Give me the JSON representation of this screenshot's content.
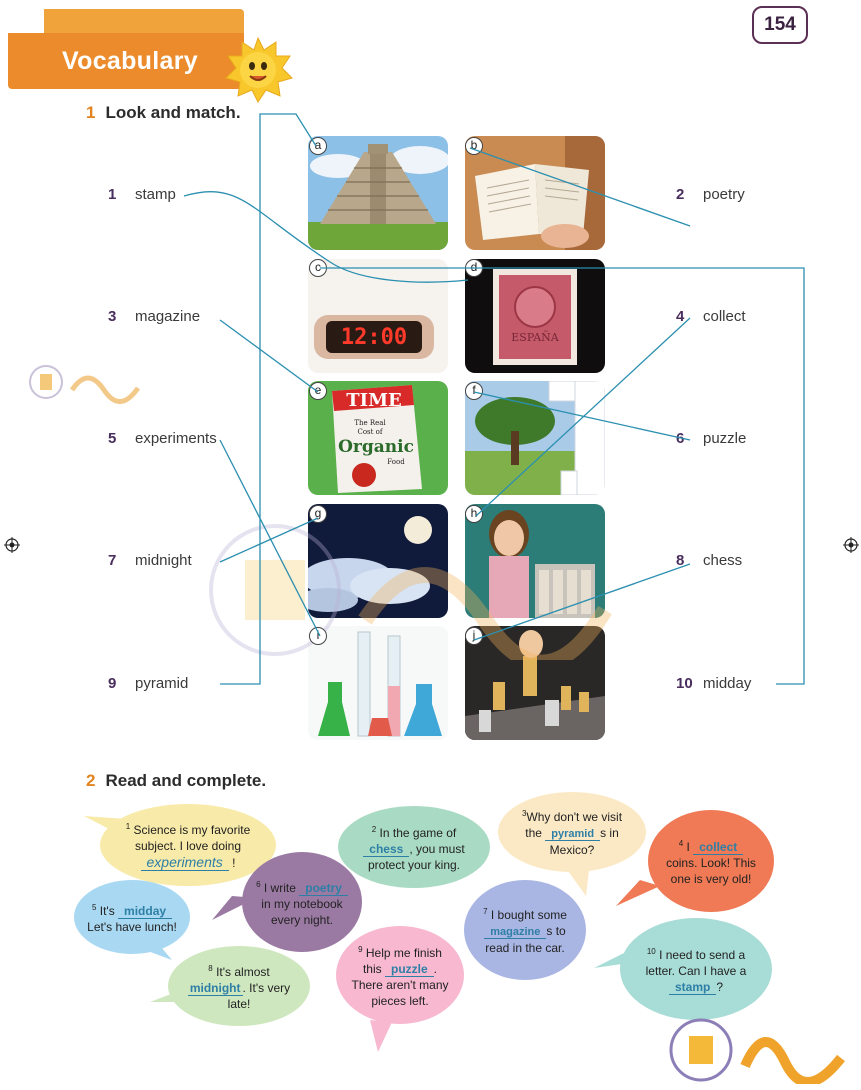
{
  "header": {
    "title": "Vocabulary",
    "page_number": "154"
  },
  "exercise1": {
    "number": "1",
    "instruction": "Look and match.",
    "left_words": [
      {
        "num": "1",
        "word": "stamp"
      },
      {
        "num": "3",
        "word": "magazine"
      },
      {
        "num": "5",
        "word": "experiments"
      },
      {
        "num": "7",
        "word": "midnight"
      },
      {
        "num": "9",
        "word": "pyramid"
      }
    ],
    "right_words": [
      {
        "num": "2",
        "word": "poetry"
      },
      {
        "num": "4",
        "word": "collect"
      },
      {
        "num": "6",
        "word": "puzzle"
      },
      {
        "num": "8",
        "word": "chess"
      },
      {
        "num": "10",
        "word": "midday"
      }
    ],
    "picture_letters": [
      "a",
      "b",
      "c",
      "d",
      "e",
      "f",
      "g",
      "h",
      "i",
      "j"
    ],
    "clock_display": "12:00",
    "magazine_cover": {
      "masthead": "TIME",
      "line1": "The Real",
      "line2": "Cost of",
      "headline": "Organic",
      "line3": "Food"
    },
    "stamp_text": "ESPAÑA"
  },
  "exercise2": {
    "number": "2",
    "instruction": "Read and complete.",
    "bubbles": [
      {
        "num": "1",
        "before": "Science is my favorite subject. I love doing",
        "answer": "experiments",
        "after": "!"
      },
      {
        "num": "2",
        "before": "In the game of",
        "answer": "chess",
        "after": ", you must protect your king."
      },
      {
        "num": "3",
        "before": "Why don't we visit the",
        "answer": "pyramid",
        "after": "s in Mexico?"
      },
      {
        "num": "4",
        "before": "I",
        "answer": "collect",
        "after": "coins. Look! This one is very old!"
      },
      {
        "num": "5",
        "before": "It's",
        "answer": "midday",
        "after": "Let's have lunch!"
      },
      {
        "num": "6",
        "before": "I write",
        "answer": "poetry",
        "after": "in my notebook every night."
      },
      {
        "num": "7",
        "before": "I bought some",
        "answer": "magazine",
        "after": "s to read in the car."
      },
      {
        "num": "8",
        "before": "It's almost",
        "answer": "midnight",
        "after": ". It's very late!"
      },
      {
        "num": "9",
        "before": "Help me finish this",
        "answer": "puzzle",
        "after": ". There aren't many pieces left."
      },
      {
        "num": "10",
        "before": "I need to send a letter. Can I have a",
        "answer": "stamp",
        "after": "?"
      }
    ]
  },
  "colors": {
    "banner": "#ec8b2c",
    "accent_number": "#e2831f",
    "line": "#2b8fb0",
    "answer": "#2d7fa6"
  }
}
